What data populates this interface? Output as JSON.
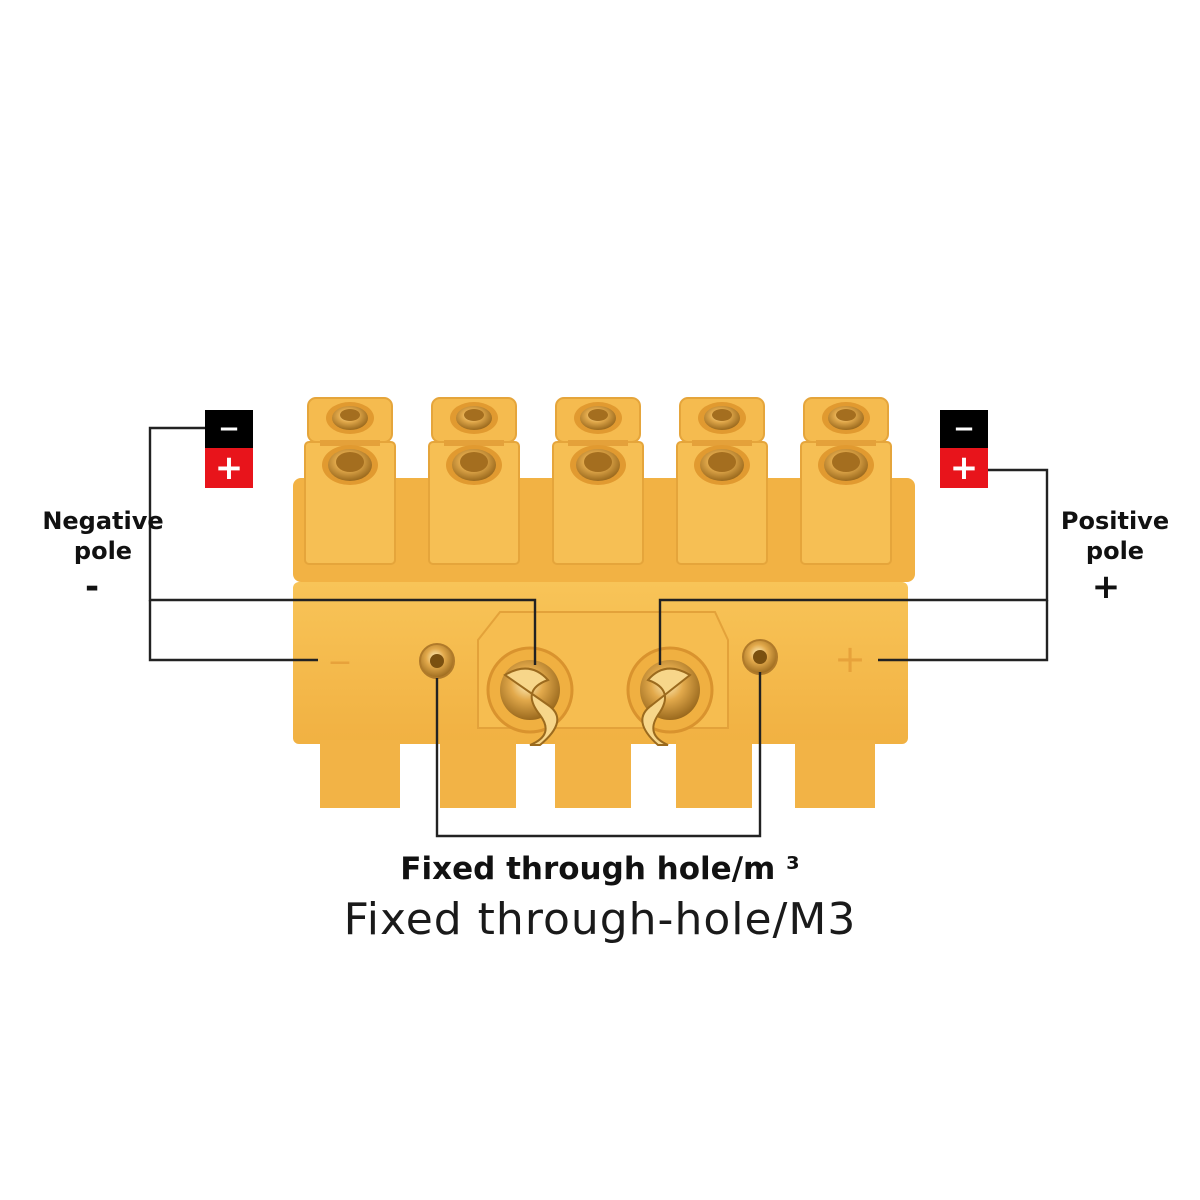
{
  "labels": {
    "negative_pole": "Negative\npole",
    "negative_sign": "-",
    "positive_pole": "Positive\npole",
    "positive_sign": "+",
    "caption_line1": "Fixed through hole/m ³",
    "caption_line2": "Fixed through-hole/M3"
  },
  "polarity_swatch": {
    "minus": "−",
    "plus": "+",
    "minus_color": "#000000",
    "plus_color": "#e8141b"
  },
  "connector": {
    "body_color": "#f5b94a",
    "shadow_color": "#e9a638",
    "contact_color": "#d9a044",
    "socket_count": 5,
    "body_mark_minus": "−",
    "body_mark_plus": "+"
  }
}
